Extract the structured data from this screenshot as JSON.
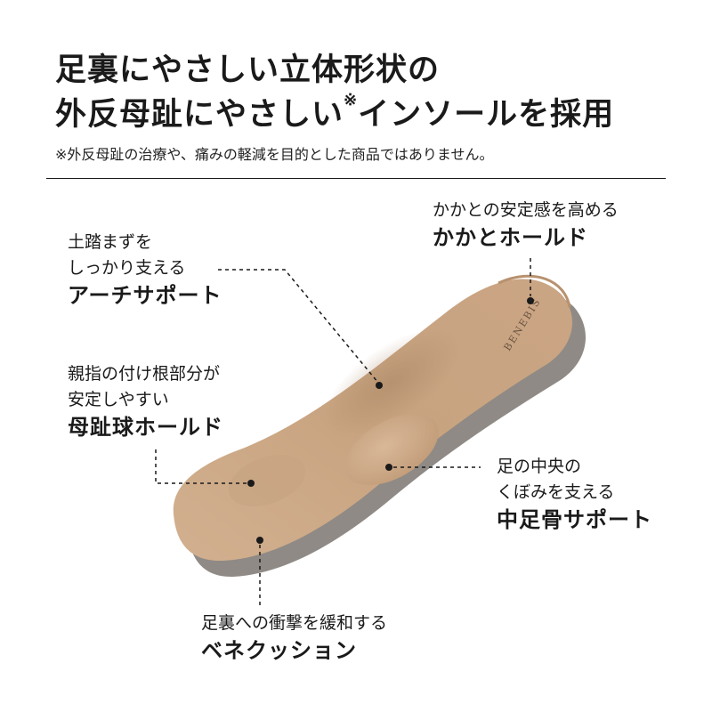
{
  "headline": {
    "line1": "足裏にやさしい立体形状の",
    "line2": "外反母趾にやさしい",
    "line2_mark": "※",
    "line2_end": "インソールを採用"
  },
  "note": "※外反母趾の治療や、痛みの軽減を目的とした商品ではありません。",
  "insole_brand": "BENEBIS",
  "features": {
    "heel": {
      "desc": "かかとの安定感を高める",
      "title": "かかとホールド"
    },
    "arch": {
      "desc1": "土踏まずを",
      "desc2": "しっかり支える",
      "title": "アーチサポート"
    },
    "toe": {
      "desc1": "親指の付け根部分が",
      "desc2": "安定しやすい",
      "title": "母趾球ホールド"
    },
    "mid": {
      "desc1": "足の中央の",
      "desc2": "くぼみを支える",
      "title": "中足骨サポート"
    },
    "cushion": {
      "desc": "足裏への衝撃を緩和する",
      "title": "ベネクッション"
    }
  },
  "colors": {
    "insole_top": "#c9a584",
    "insole_edge": "#8f8a85",
    "text": "#1a1a1a"
  }
}
